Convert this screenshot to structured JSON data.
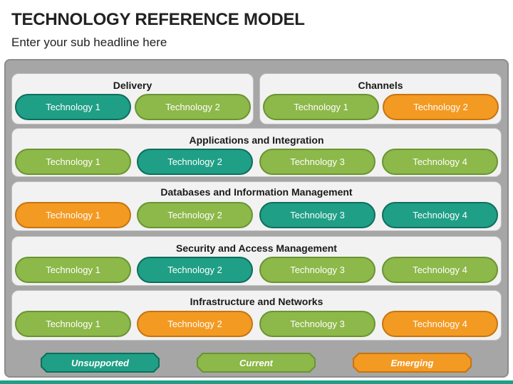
{
  "title": "TECHNOLOGY REFERENCE MODEL",
  "subtitle": "Enter your sub headline here",
  "colors": {
    "unsupported": "#1f9f86",
    "current": "#8db84a",
    "emerging": "#f39a23",
    "frame": "#a6a6a6"
  },
  "panels": [
    {
      "title": "Delivery",
      "items": [
        {
          "label": "Technology 1",
          "status": "unsupported"
        },
        {
          "label": "Technology 2",
          "status": "current"
        }
      ]
    },
    {
      "title": "Channels",
      "items": [
        {
          "label": "Technology 1",
          "status": "current"
        },
        {
          "label": "Technology 2",
          "status": "emerging"
        }
      ]
    },
    {
      "title": "Applications and Integration",
      "items": [
        {
          "label": "Technology 1",
          "status": "current"
        },
        {
          "label": "Technology 2",
          "status": "unsupported"
        },
        {
          "label": "Technology 3",
          "status": "current"
        },
        {
          "label": "Technology 4",
          "status": "current"
        }
      ]
    },
    {
      "title": "Databases and Information Management",
      "items": [
        {
          "label": "Technology 1",
          "status": "emerging"
        },
        {
          "label": "Technology 2",
          "status": "current"
        },
        {
          "label": "Technology 3",
          "status": "unsupported"
        },
        {
          "label": "Technology 4",
          "status": "unsupported"
        }
      ]
    },
    {
      "title": "Security and Access Management",
      "items": [
        {
          "label": "Technology 1",
          "status": "current"
        },
        {
          "label": "Technology 2",
          "status": "unsupported"
        },
        {
          "label": "Technology 3",
          "status": "current"
        },
        {
          "label": "Technology 4",
          "status": "current"
        }
      ]
    },
    {
      "title": "Infrastructure and Networks",
      "items": [
        {
          "label": "Technology 1",
          "status": "current"
        },
        {
          "label": "Technology 2",
          "status": "emerging"
        },
        {
          "label": "Technology 3",
          "status": "current"
        },
        {
          "label": "Technology 4",
          "status": "emerging"
        }
      ]
    }
  ],
  "legend": [
    {
      "label": "Unsupported",
      "status": "unsupported"
    },
    {
      "label": "Current",
      "status": "current"
    },
    {
      "label": "Emerging",
      "status": "emerging"
    }
  ]
}
